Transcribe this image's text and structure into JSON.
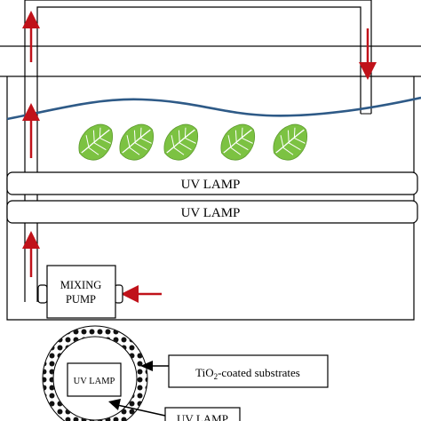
{
  "labels": {
    "lamp_upper": "UV LAMP",
    "lamp_lower": "UV LAMP",
    "pump_line1": "MIXING",
    "pump_line2": "PUMP",
    "cross_lamp": "UV LAMP",
    "substrate_main": "TiO",
    "substrate_sub": "2",
    "substrate_rest": "-coated substrates",
    "bottom_callout": "UV LAMP"
  },
  "colors": {
    "outline": "#000000",
    "water_line": "#2e5a87",
    "flow_arrow": "#c0121a",
    "leaf_fill": "#7cc242",
    "leaf_vein": "#ffffff",
    "background": "#ffffff"
  },
  "icons": {
    "leaf": "leaf-icon",
    "flow": "flow-arrow-icon"
  },
  "leaves": [
    {
      "id": "leaf-1"
    },
    {
      "id": "leaf-2"
    },
    {
      "id": "leaf-3"
    },
    {
      "id": "leaf-4"
    },
    {
      "id": "leaf-5"
    }
  ]
}
